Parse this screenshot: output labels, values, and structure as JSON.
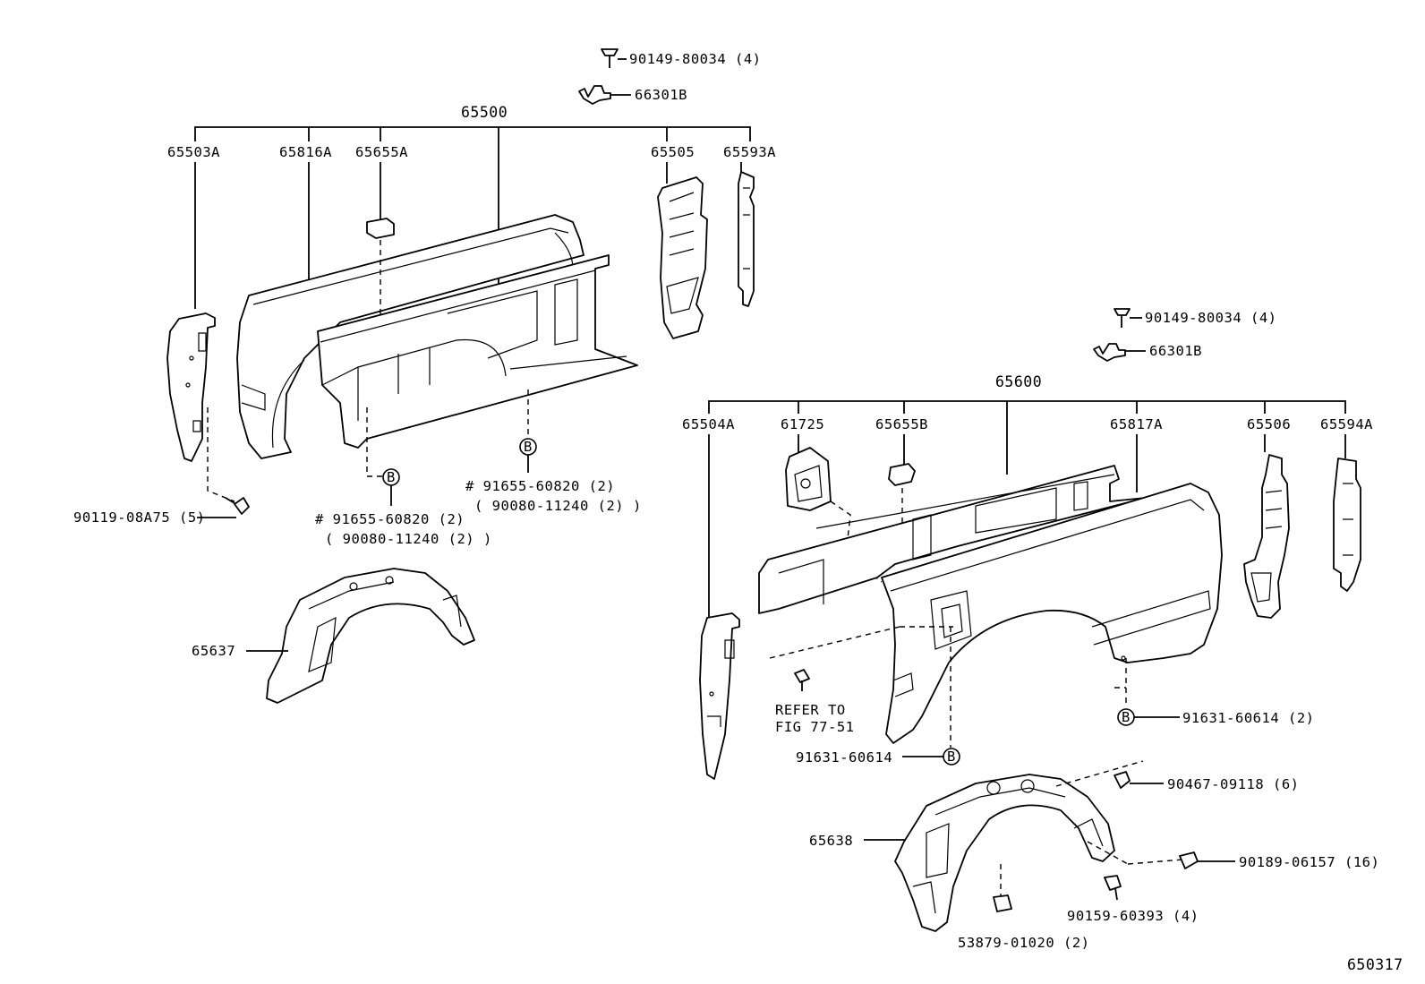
{
  "diagram": {
    "figure_id": "650317",
    "left_assembly": {
      "main": "65500",
      "screw_top": "90149-80034 (4)",
      "clip_top": "66301B",
      "parts": [
        "65503A",
        "65816A",
        "65655A",
        "65505",
        "65593A"
      ],
      "bolt": "90119-08A75 (5)",
      "note1_line1": "# 91655-60820 (2)",
      "note1_line2": "( 90080-11240 (2) )",
      "note2_line1": "# 91655-60820 (2)",
      "note2_line2": "( 90080-11240 (2) )",
      "liner": "65637",
      "marker": "B"
    },
    "right_assembly": {
      "main": "65600",
      "screw_top": "90149-80034 (4)",
      "clip_top": "66301B",
      "parts": [
        "65504A",
        "61725",
        "65655B",
        "65817A",
        "65506",
        "65594A"
      ],
      "refer_line1": "REFER TO",
      "refer_line2": "FIG 77-51",
      "bolt_b1": "91631-60614 (2)",
      "bolt_b2": "91631-60614",
      "clip1": "90467-09118 (6)",
      "clip2": "90189-06157 (16)",
      "screw": "90159-60393 (4)",
      "nut": "53879-01020 (2)",
      "liner": "65638",
      "marker": "B"
    }
  }
}
